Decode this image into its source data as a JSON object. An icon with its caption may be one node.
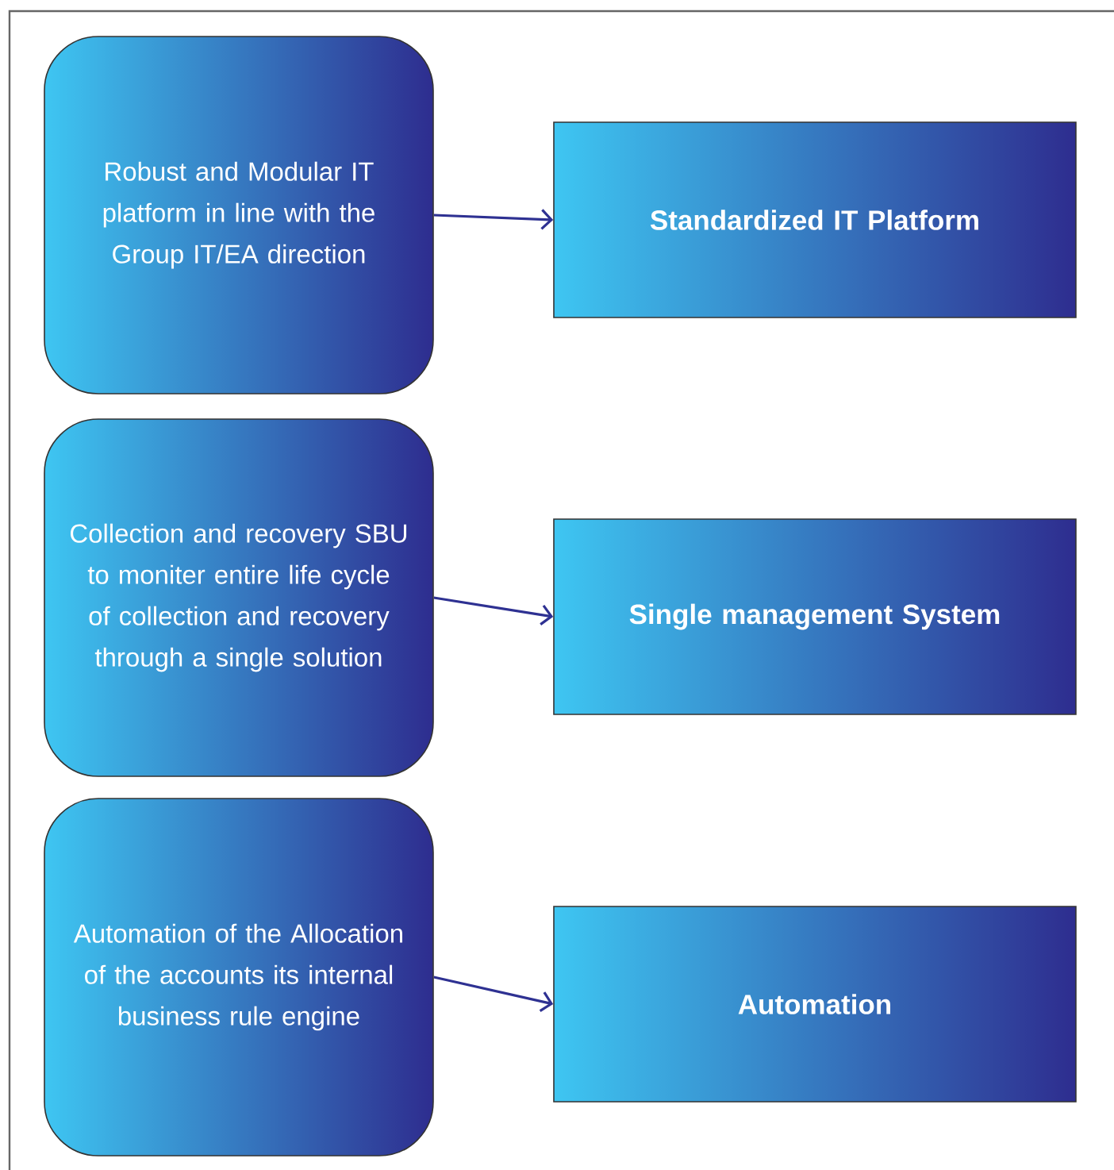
{
  "diagram": {
    "nodes": [
      {
        "text": [
          "Robust and Modular IT platform in line with the Group IT/EA direction"
        ]
      },
      {
        "text": [
          "Standardized IT Platform"
        ]
      },
      {
        "text": [
          "Collection and recovery SBU to moniter entire life cycle of collection and recovery through a single solution"
        ]
      },
      {
        "text": [
          "Single management System"
        ]
      },
      {
        "text": [
          "Automation of the Allocation of the accounts its internal business rule engine"
        ]
      },
      {
        "text": [
          "Automation"
        ]
      }
    ],
    "edges": [
      {
        "from": 0,
        "to": 1,
        "arrow": "to"
      },
      {
        "from": 2,
        "to": 3,
        "arrow": "to"
      },
      {
        "from": 4,
        "to": 5,
        "arrow": "to"
      }
    ]
  }
}
